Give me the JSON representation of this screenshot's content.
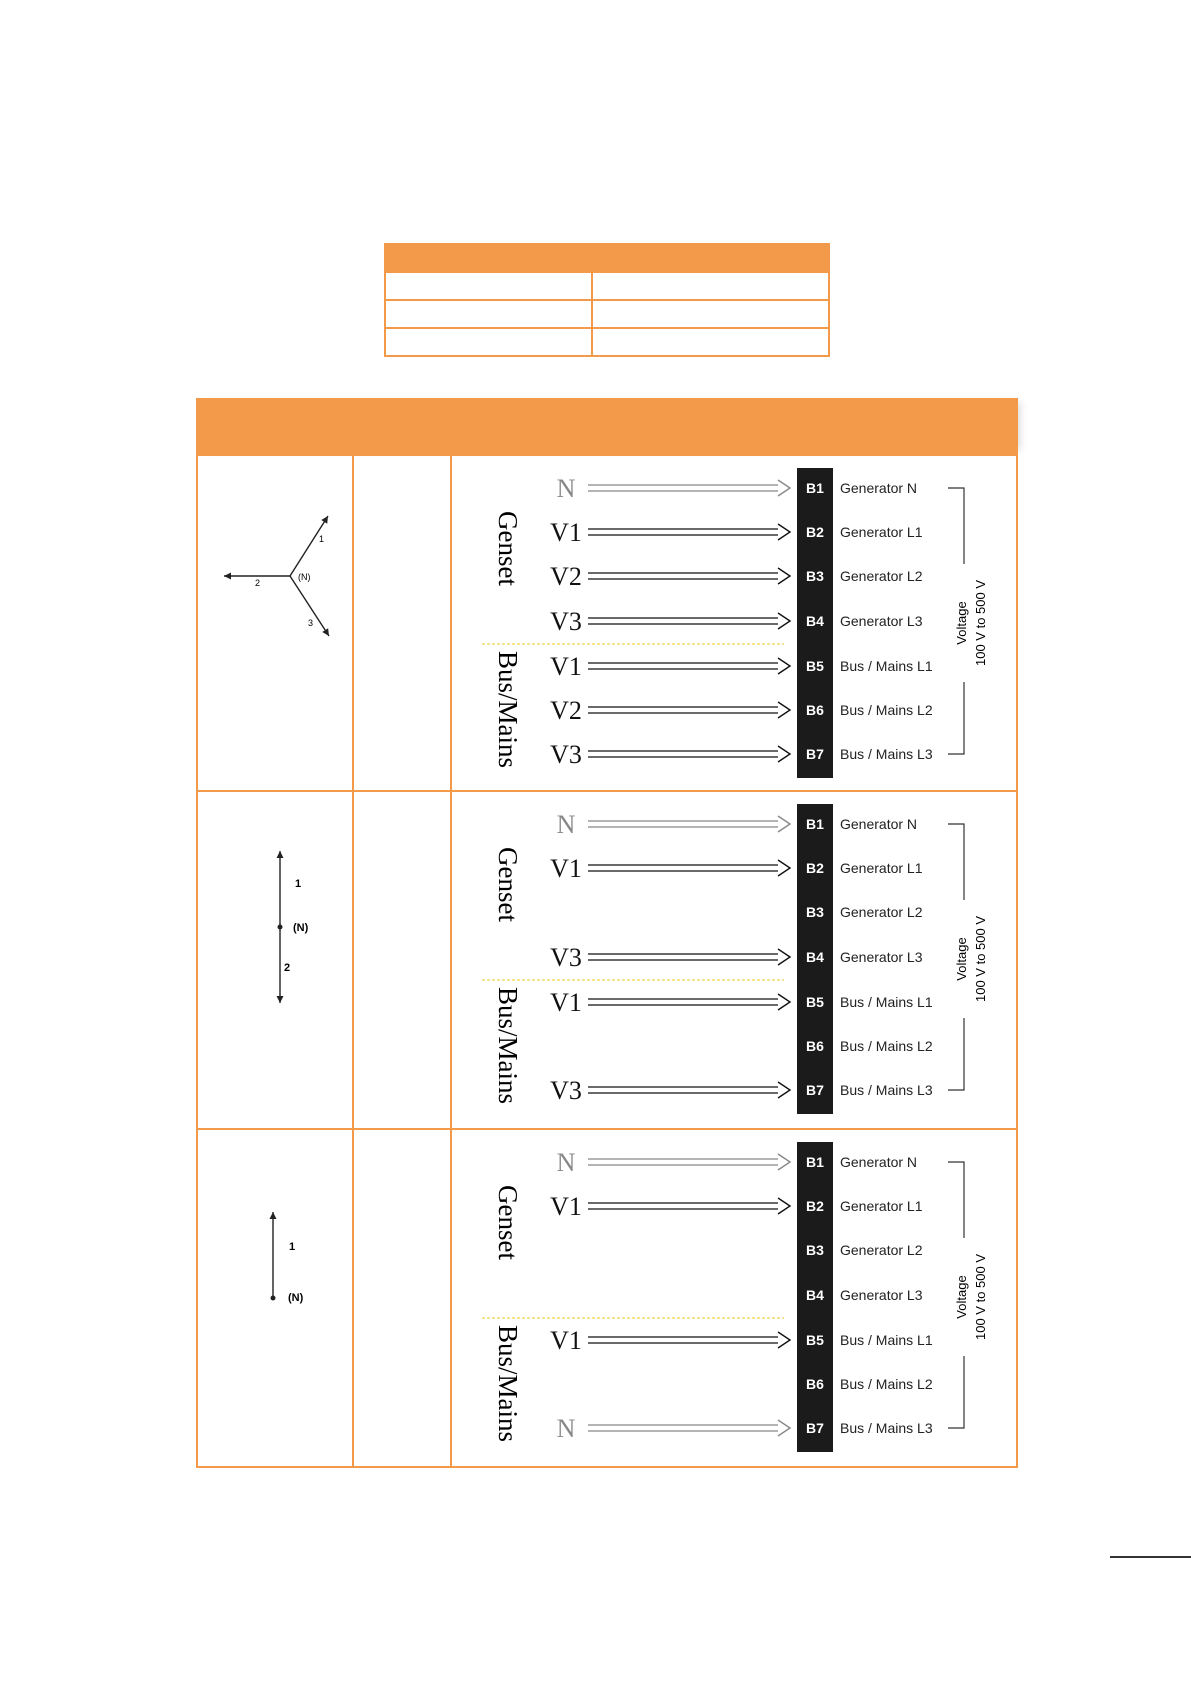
{
  "colors": {
    "accent": "#f29a4a",
    "terminal_block": "#1b1b1b",
    "divider": "#f0dc6a"
  },
  "summary_table": {
    "rows": 3
  },
  "terminals": [
    {
      "id": "B1",
      "label": "Generator N"
    },
    {
      "id": "B2",
      "label": "Generator L1"
    },
    {
      "id": "B3",
      "label": "Generator L2"
    },
    {
      "id": "B4",
      "label": "Generator L3"
    },
    {
      "id": "B5",
      "label": "Bus / Mains L1"
    },
    {
      "id": "B6",
      "label": "Bus / Mains L2"
    },
    {
      "id": "B7",
      "label": "Bus / Mains L3"
    }
  ],
  "group_labels": {
    "genset": "Genset",
    "bus": "Bus/Mains"
  },
  "voltage_label": {
    "line1": "Voltage",
    "line2": "100 V to 500 V"
  },
  "rows": [
    {
      "phasor": {
        "type": "three-phase-wye",
        "labels": [
          "1",
          "2",
          "3",
          "(N)"
        ]
      },
      "inputs": [
        "N",
        "V1",
        "V2",
        "V3",
        "V1",
        "V2",
        "V3"
      ]
    },
    {
      "phasor": {
        "type": "split-phase",
        "labels": [
          "1",
          "(N)",
          "2"
        ]
      },
      "inputs": [
        "N",
        "V1",
        "",
        "V3",
        "V1",
        "",
        "V3"
      ]
    },
    {
      "phasor": {
        "type": "single-phase",
        "labels": [
          "1",
          "(N)"
        ]
      },
      "inputs": [
        "N",
        "V1",
        "",
        "",
        "V1",
        "",
        "N"
      ]
    }
  ]
}
